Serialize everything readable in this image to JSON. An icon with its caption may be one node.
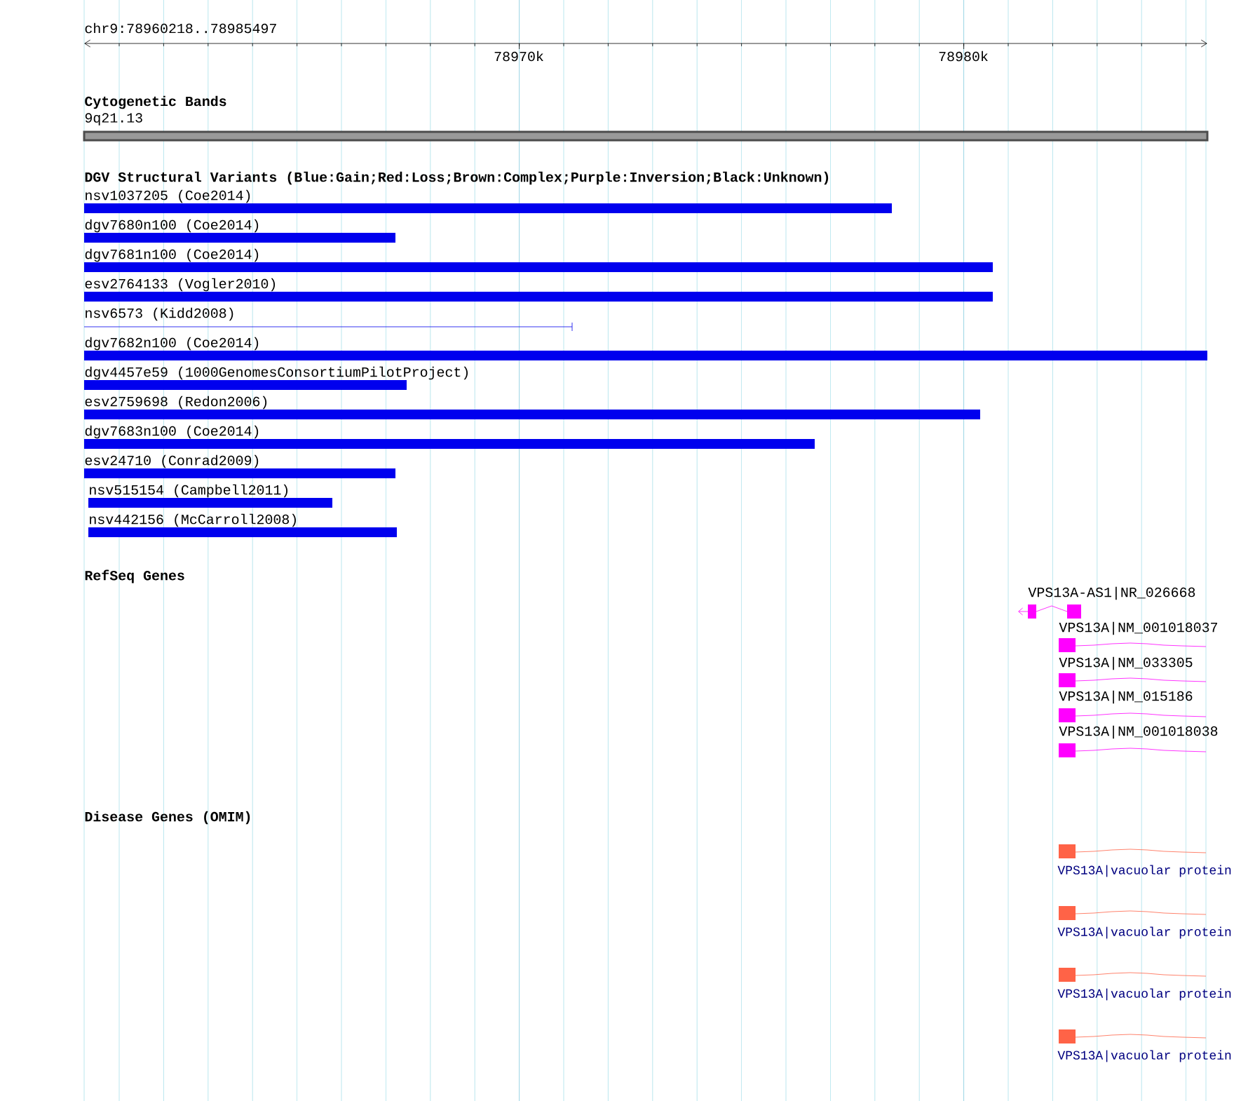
{
  "diagram": {
    "labels": [
      "chr9:78960218..78985497",
      "78970k",
      "78980k",
      "Cytogenetic Bands",
      "9q21.13",
      "DGV Structural Variants (Blue:Gain;Red:Loss;Brown:Complex;Purple:Inversion;Black:Unknown)",
      "nsv1037205 (Coe2014)",
      "dgv7680n100 (Coe2014)",
      "dgv7681n100 (Coe2014)",
      "esv2764133 (Vogler2010)",
      "nsv6573 (Kidd2008)",
      "dgv7682n100 (Coe2014)",
      "dgv4457e59 (1000GenomesConsortiumPilotProject)",
      "esv2759698 (Redon2006)",
      "dgv7683n100 (Coe2014)",
      "esv24710 (Conrad2009)",
      "nsv515154 (Campbell2011)",
      "nsv442156 (McCarroll2008)",
      "RefSeq Genes",
      "VPS13A-AS1|NR_026668",
      "VPS13A|NM_001018037",
      "VPS13A|NM_033305",
      "VPS13A|NM_015186",
      "VPS13A|NM_001018038",
      "Disease Genes (OMIM)",
      "VPS13A|vacuolar protein",
      "VPS13A|vacuolar protein",
      "VPS13A|vacuolar protein",
      "VPS13A|vacuolar protein"
    ]
  }
}
